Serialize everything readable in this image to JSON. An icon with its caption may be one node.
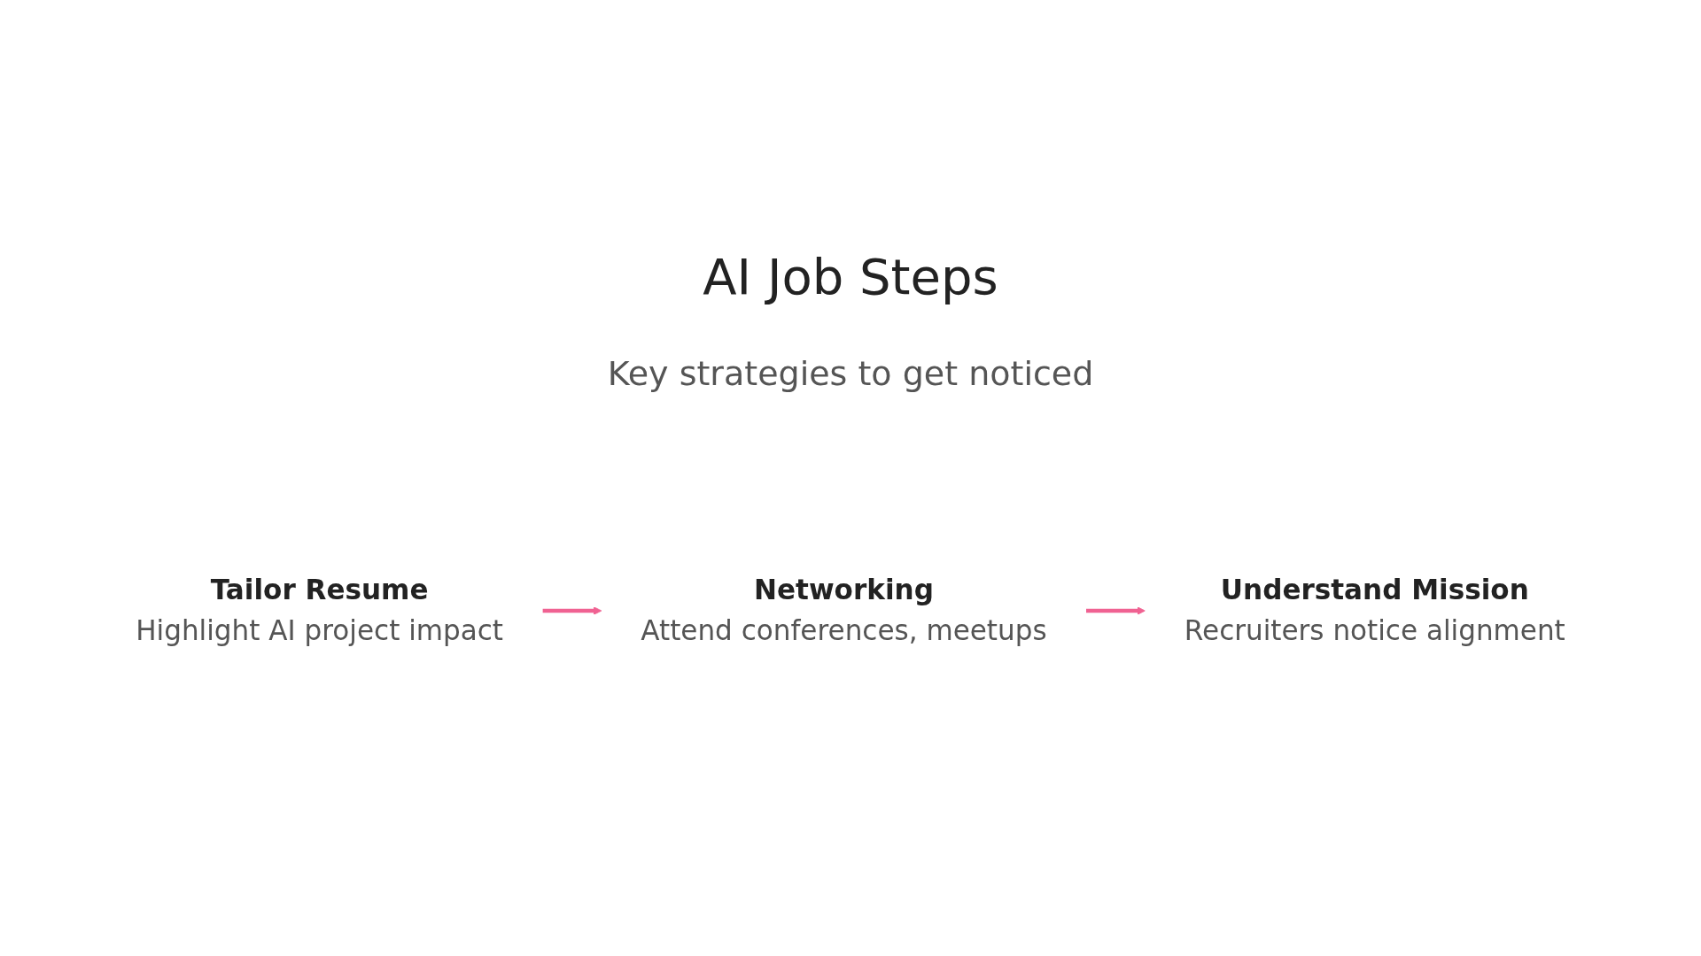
{
  "diagram": {
    "title": "AI Job Steps",
    "nodes": [
      {
        "text": [
          "Tailor Resume",
          "Highlight AI project impact"
        ]
      },
      {
        "text": [
          "Networking",
          "Attend conferences, meetups"
        ]
      },
      {
        "text": [
          "Understand Mission",
          "Recruiters notice alignment"
        ]
      }
    ],
    "edges": [
      {
        "from": 0,
        "to": 1,
        "arrow": "to"
      },
      {
        "from": 1,
        "to": 2,
        "arrow": "to"
      }
    ],
    "labels": [
      "Key strategies to get noticed"
    ]
  }
}
